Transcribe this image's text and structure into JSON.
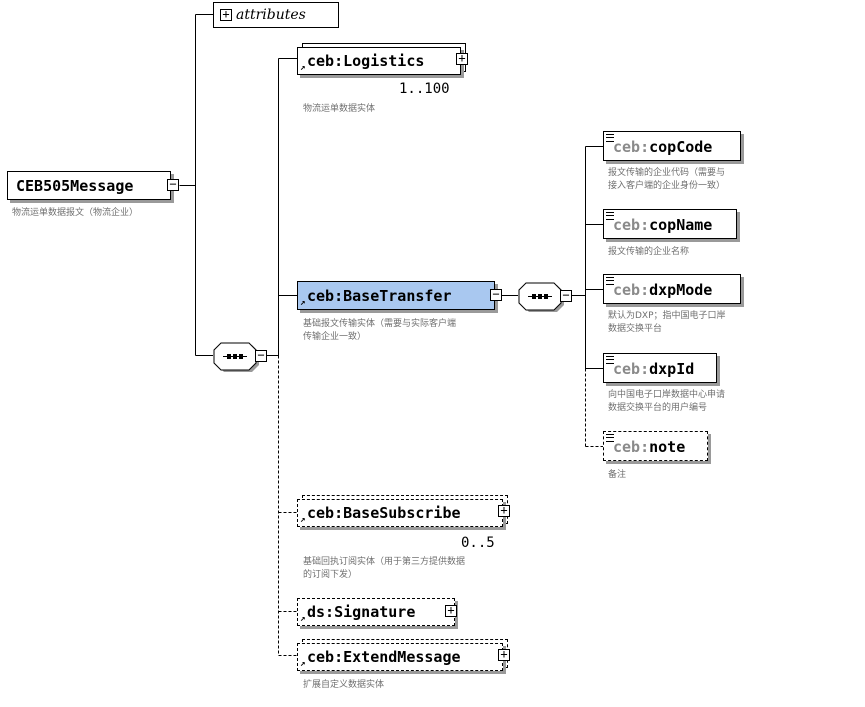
{
  "attributes": {
    "label": "attributes",
    "expand_icon": "plus-box-icon"
  },
  "root": {
    "name": "CEB505Message",
    "description": "物流运单数据报文（物流企业）",
    "toggle_icon": "minus-box-icon"
  },
  "sequences": {
    "root_sequence": {
      "icon": "sequence-compositor-icon",
      "toggle_icon": "minus-box-icon"
    },
    "base_transfer_sequence": {
      "icon": "sequence-compositor-icon",
      "toggle_icon": "minus-box-icon"
    }
  },
  "children": {
    "logistics": {
      "prefix": "ceb:",
      "local": "Logistics",
      "cardinality": "1..100",
      "description": "物流运单数据实体",
      "expand_icon": "plus-box-icon"
    },
    "base_transfer": {
      "prefix": "ceb:",
      "local": "BaseTransfer",
      "description_lines": [
        "基础报文传输实体（需要与实际客户端",
        "传输企业一致）"
      ],
      "toggle_icon": "minus-box-icon"
    },
    "base_subscribe": {
      "prefix": "ceb:",
      "local": "BaseSubscribe",
      "cardinality": "0..5",
      "description_lines": [
        "基础回执订阅实体（用于第三方提供数据",
        "的订阅下发）"
      ],
      "expand_icon": "plus-box-icon"
    },
    "signature": {
      "prefix": "ds:",
      "local": "Signature",
      "expand_icon": "plus-box-icon"
    },
    "extend_message": {
      "prefix": "ceb:",
      "local": "ExtendMessage",
      "description": "扩展自定义数据实体",
      "expand_icon": "plus-box-icon"
    }
  },
  "base_transfer_fields": {
    "cop_code": {
      "prefix": "ceb:",
      "local": "copCode",
      "description_lines": [
        "报文传输的企业代码（需要与",
        "接入客户端的企业身份一致）"
      ]
    },
    "cop_name": {
      "prefix": "ceb:",
      "local": "copName",
      "description": "报文传输的企业名称"
    },
    "dxp_mode": {
      "prefix": "ceb:",
      "local": "dxpMode",
      "description_lines": [
        "默认为DXP；指中国电子口岸",
        "数据交换平台"
      ]
    },
    "dxp_id": {
      "prefix": "ceb:",
      "local": "dxpId",
      "description_lines": [
        "向中国电子口岸数据中心申请",
        "数据交换平台的用户编号"
      ]
    },
    "note": {
      "prefix": "ceb:",
      "local": "note",
      "description": "备注"
    }
  },
  "colors": {
    "selected_fill": "#a9c8f0",
    "description_text": "#707070",
    "prefix_text": "#8a8a8a",
    "shadow": "#9a9a9a"
  }
}
